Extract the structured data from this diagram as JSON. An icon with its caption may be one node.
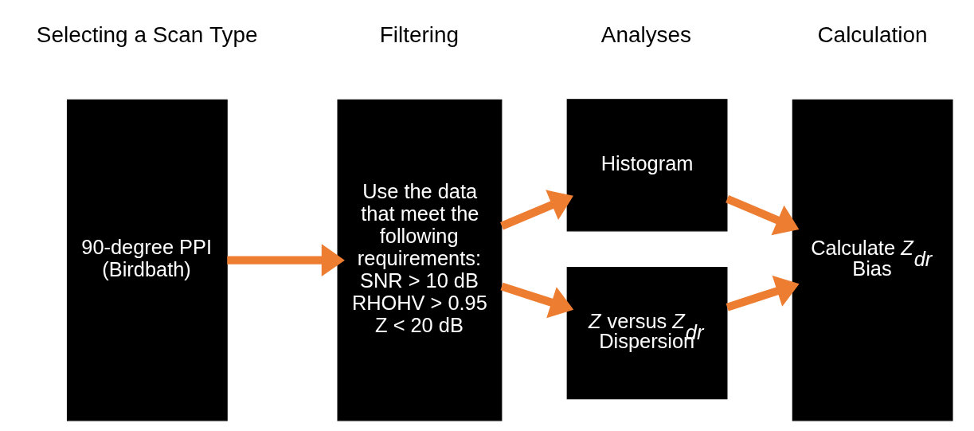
{
  "diagram": {
    "nodes": [
      {
        "text": [
          "90-degree PPI (Birdbath)"
        ]
      },
      {
        "text": [
          "Use the data that meet the following requirements:",
          "SNR > 10 dB",
          "RHOHV > 0.95",
          "Z < 20 dB"
        ]
      },
      {
        "text": [
          "Histogram"
        ]
      },
      {
        "text": [
          "*Z* versus *Z*$_{dr}$ Dispersion"
        ]
      },
      {
        "text": [
          "Calculate *Z*$_{dr}$ Bias"
        ]
      }
    ],
    "edges": [
      {
        "from": 0,
        "to": 1,
        "arrow": "to"
      },
      {
        "from": 1,
        "to": 2,
        "arrow": "to"
      },
      {
        "from": 1,
        "to": 3,
        "arrow": "to"
      },
      {
        "from": 2,
        "to": 4,
        "arrow": "to"
      },
      {
        "from": 3,
        "to": 4,
        "arrow": "to"
      }
    ],
    "labels": [
      "Selecting a Scan Type",
      "Filtering",
      "Analyses",
      "Calculation"
    ]
  }
}
